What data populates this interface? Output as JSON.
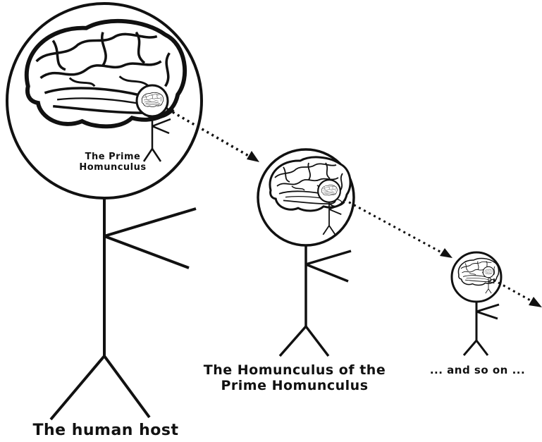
{
  "labels": {
    "prime_line1": "The Prime",
    "prime_line2": "Homunculus",
    "homunculus_of_prime_line1": "The Homunculus of the",
    "homunculus_of_prime_line2": "Prime Homunculus",
    "and_so_on": "... and so on ...",
    "human_host": "The human host"
  },
  "colors": {
    "ink": "#111111",
    "background": "#ffffff"
  }
}
